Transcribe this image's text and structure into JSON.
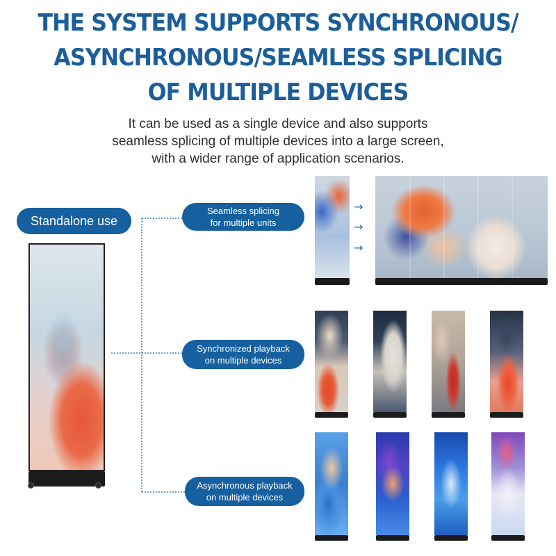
{
  "title": {
    "line1": "THE SYSTEM SUPPORTS SYNCHRONOUS/",
    "line2": "ASYNCHRONOUS/SEAMLESS SPLICING",
    "line3": "OF MULTIPLE DEVICES"
  },
  "subtitle": {
    "line1": "It can be used as a single device and also supports",
    "line2": "seamless splicing of multiple devices into a large screen,",
    "line3": "with a wider range of application scenarios."
  },
  "labels": {
    "standalone": "Standalone use",
    "seamless_line1": "Seamless splicing",
    "seamless_line2": "for multiple units",
    "sync_line1": "Synchronized playback",
    "sync_line2": "on multiple devices",
    "async_line1": "Asynchronous playback",
    "async_line2": "on multiple devices"
  },
  "colors": {
    "title": "#1c5e9a",
    "pill": "#16609f",
    "connector": "#3d7fbf"
  },
  "icons": {
    "arrows": [
      "arrow-right-icon",
      "arrow-right-icon",
      "arrow-right-icon"
    ]
  }
}
